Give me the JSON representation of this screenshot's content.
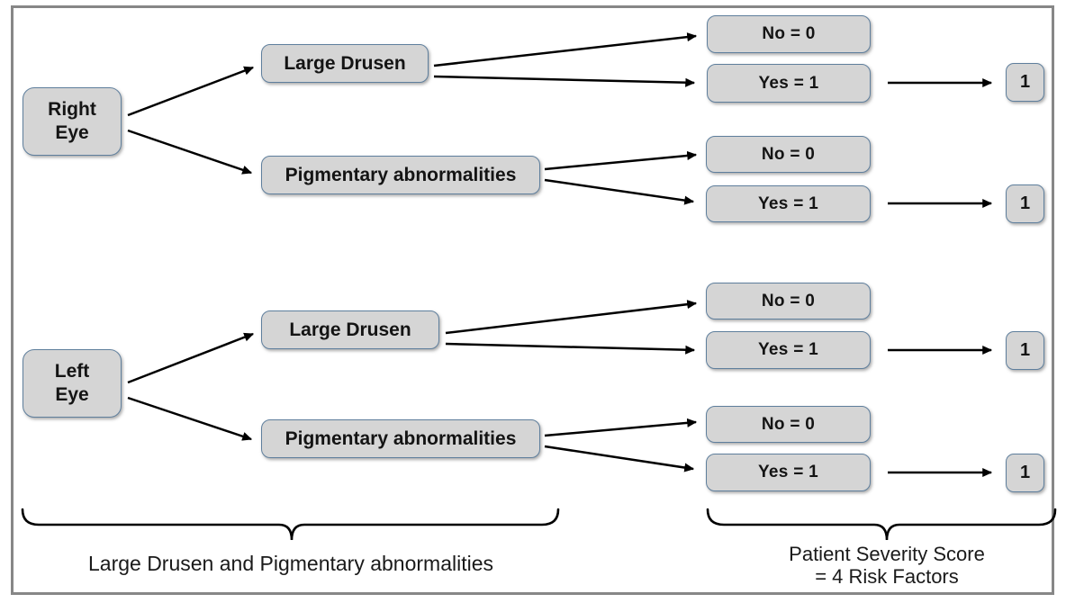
{
  "colors": {
    "box_fill": "#d5d5d5",
    "box_border": "#5f7f9d",
    "frame_border": "#878787",
    "arrow": "#000000"
  },
  "right_eye_group": {
    "eye": {
      "line1": "Right",
      "line2": "Eye"
    },
    "large_drusen": {
      "label": "Large Drusen",
      "no": "No = 0",
      "yes": "Yes = 1",
      "score": "1"
    },
    "pigmentary": {
      "label": "Pigmentary abnormalities",
      "no": "No = 0",
      "yes": "Yes = 1",
      "score": "1"
    }
  },
  "left_eye_group": {
    "eye": {
      "line1": "Left",
      "line2": "Eye"
    },
    "large_drusen": {
      "label": "Large Drusen",
      "no": "No = 0",
      "yes": "Yes = 1",
      "score": "1"
    },
    "pigmentary": {
      "label": "Pigmentary abnormalities",
      "no": "No = 0",
      "yes": "Yes = 1",
      "score": "1"
    }
  },
  "annotations": {
    "factors_brace_label": "Large Drusen and Pigmentary abnormalities",
    "score_brace_label_line1": "Patient Severity Score",
    "score_brace_label_line2": "= 4 Risk Factors"
  }
}
